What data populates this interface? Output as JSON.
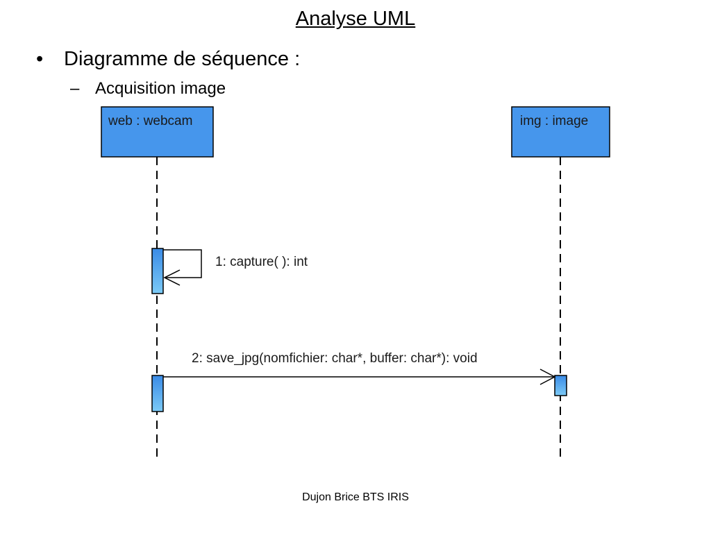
{
  "slide": {
    "title": "Analyse UML",
    "bullet_marker": "•",
    "bullet": "Diagramme de séquence :",
    "sub_bullet_marker": "–",
    "sub_bullet": "Acquisition image",
    "footer": "Dujon Brice BTS IRIS"
  },
  "diagram": {
    "lifelines": [
      {
        "label": "web : webcam"
      },
      {
        "label": "img : image"
      }
    ],
    "messages": [
      {
        "number": 1,
        "label": "1: capture( ): int",
        "from": "web : webcam",
        "to": "web : webcam",
        "kind": "self-call"
      },
      {
        "number": 2,
        "label": "2: save_jpg(nomfichier: char*, buffer: char*): void",
        "from": "web : webcam",
        "to": "img : image",
        "kind": "call"
      }
    ],
    "colors": {
      "lifeline_box": "#4696ec",
      "activation": "#5ab4f0",
      "stroke": "#000000"
    }
  }
}
